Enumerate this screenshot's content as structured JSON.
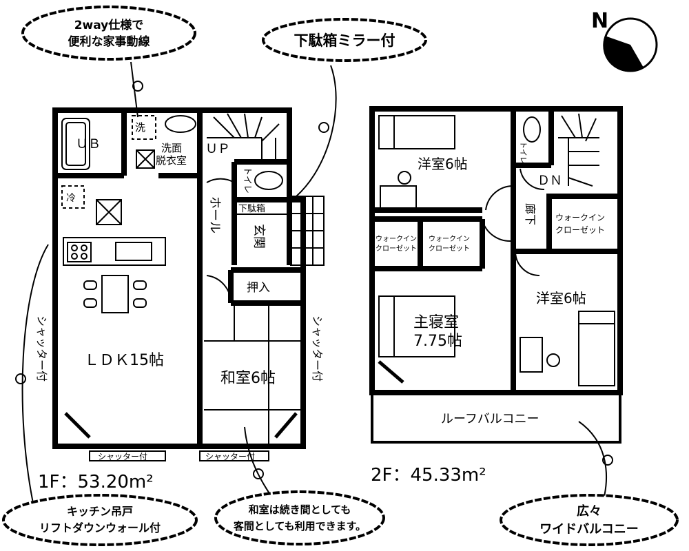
{
  "compass": {
    "label": "N"
  },
  "callouts": {
    "laundry_line_1": "2way仕様で",
    "laundry_line_2": "便利な家事動線",
    "shoe_mirror": "下駄箱ミラー付",
    "kitchen_line_1": "キッチン吊戸",
    "kitchen_line_2": "リフトダウンウォール付",
    "washitsu_line_1": "和室は続き間としても",
    "washitsu_line_2": "客間としても利用できます。",
    "balcony_line_1": "広々",
    "balcony_line_2": "ワイドバルコニー"
  },
  "floor1": {
    "area": "1F：53.20m²",
    "rooms": {
      "ub": "ＵＢ",
      "wash_mark": "洗",
      "dressing_1": "洗面",
      "dressing_2": "脱衣室",
      "fridge_mark": "冷",
      "up": "ＵＰ",
      "toilet": "トイレ",
      "hall": "ホール",
      "shoe_box": "下駄箱",
      "entrance": "玄関",
      "oshiire": "押入",
      "ldk": "ＬＤＫ15帖",
      "washitsu": "和室6帖",
      "shutter_left": "シャッター付",
      "shutter_right": "シャッター付",
      "shutter_bottom_1": "シャッター付",
      "shutter_bottom_2": "シャッター付"
    }
  },
  "floor2": {
    "area": "2F：45.33m²",
    "rooms": {
      "western_1": "洋室6帖",
      "toilet": "トイレ",
      "down": "ＤＮ",
      "corridor": "廊下",
      "wic_right_1": "ウォークイン",
      "wic_right_2": "クローゼット",
      "wic_a_1": "ウォークイン",
      "wic_a_2": "クローゼット",
      "wic_b_1": "ウォークイン",
      "wic_b_2": "クローゼット",
      "western_2": "洋室6帖",
      "master_1": "主寝室",
      "master_2": "7.75帖",
      "roof_balcony": "ルーフバルコニー"
    }
  }
}
